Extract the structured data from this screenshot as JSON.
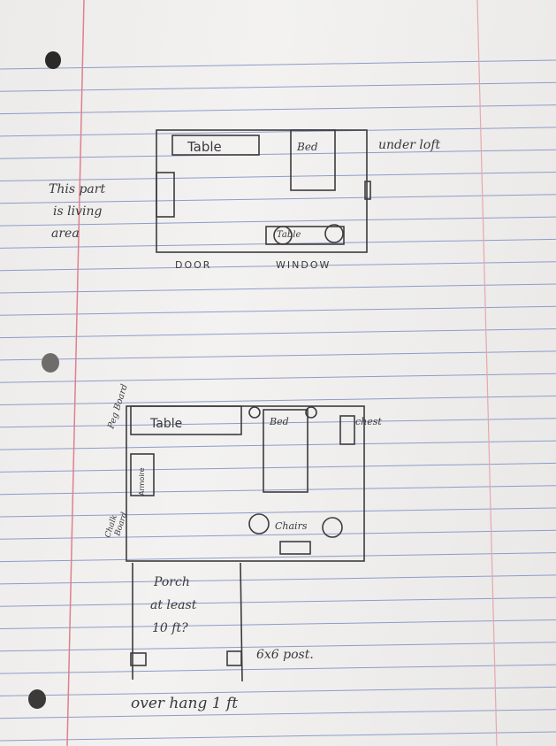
{
  "colors": {
    "paper": "#efeeec",
    "rule": "#8f9bc9",
    "margin": "#e07f8f",
    "ink": "#3a3a3e"
  },
  "upper_plan": {
    "table_label": "Table",
    "bed_label": "Bed",
    "loft_note": "under loft",
    "side_note": [
      "This part",
      "is living",
      "area"
    ],
    "door_label": "DOOR",
    "window_label": "WINDOW",
    "small_table_label": "Table"
  },
  "lower_plan": {
    "pegboard_label": "Peg Board",
    "table_label": "Table",
    "bed_label": "Bed",
    "chest_label": "chest",
    "armoire_label": "Armoire",
    "chalkboard_label": [
      "Chalk",
      "Board"
    ],
    "chairs_label": "Chairs",
    "porch_note": [
      "Porch",
      "at least",
      "10 ft?"
    ],
    "post_note": "6x6 post.",
    "overhang_note": "over hang 1 ft"
  }
}
